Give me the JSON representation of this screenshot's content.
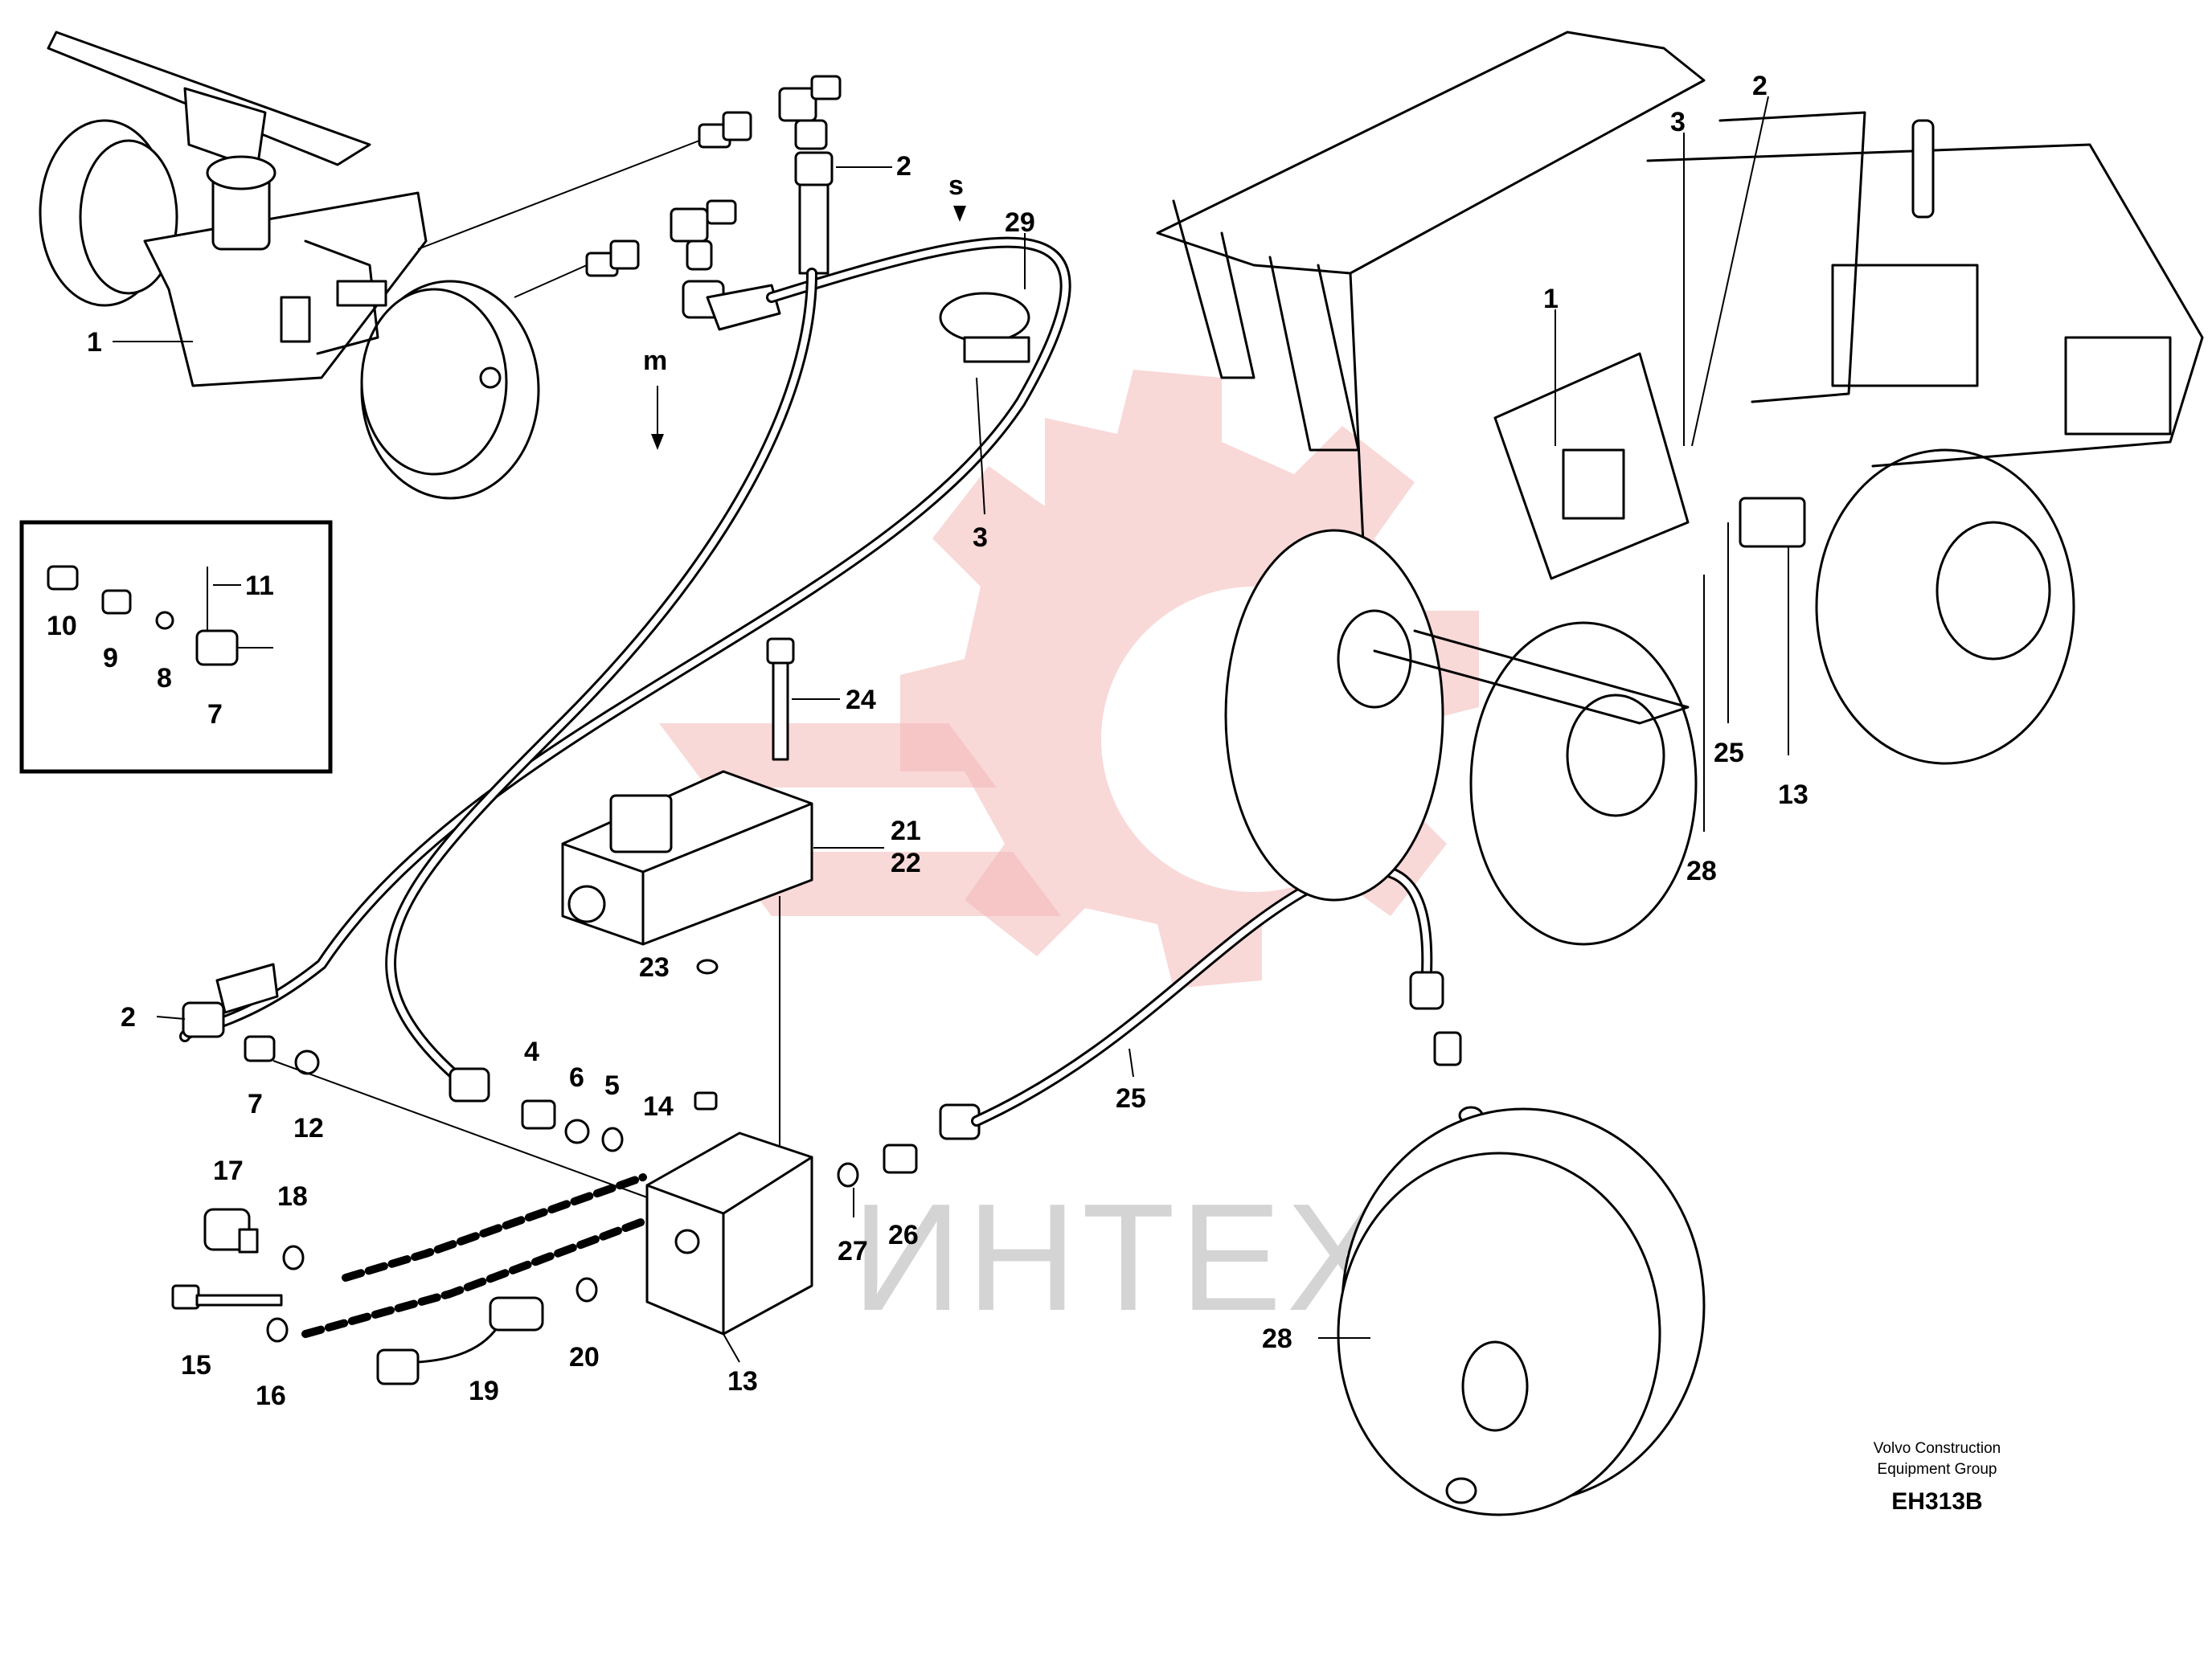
{
  "watermark": {
    "text": "ИНТЕХ",
    "color": "#f4b8b8"
  },
  "labels": {
    "m": "m",
    "s": "s",
    "c1a": "1",
    "c1b": "1",
    "c2a": "2",
    "c2b": "2",
    "c2c": "2",
    "c3a": "3",
    "c3b": "3",
    "c4": "4",
    "c5": "5",
    "c6": "6",
    "c7a": "7",
    "c7b": "7",
    "c8": "8",
    "c9": "9",
    "c10": "10",
    "c11": "11",
    "c12": "12",
    "c13a": "13",
    "c13b": "13",
    "c14": "14",
    "c15": "15",
    "c16": "16",
    "c17": "17",
    "c18": "18",
    "c19": "19",
    "c20": "20",
    "c21": "21",
    "c22": "22",
    "c23": "23",
    "c24": "24",
    "c25a": "25",
    "c25b": "25",
    "c26": "26",
    "c27": "27",
    "c28a": "28",
    "c28b": "28",
    "c29": "29"
  },
  "footer": {
    "line1": "Volvo Construction",
    "line2": "Equipment Group",
    "code": "EH313B"
  }
}
